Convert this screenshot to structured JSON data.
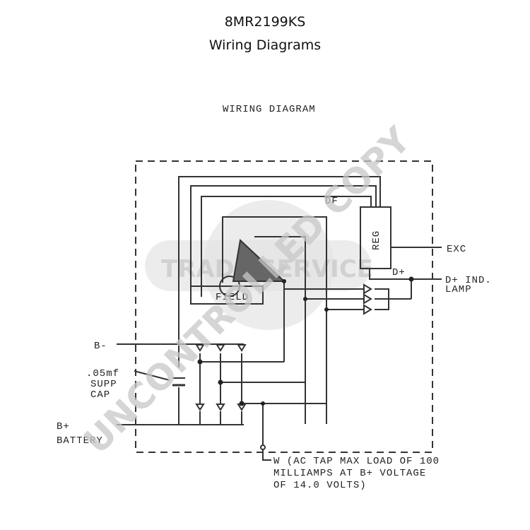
{
  "header": {
    "part_number": "8MR2199KS",
    "subtitle": "Wiring Diagrams"
  },
  "diagram": {
    "title": "WIRING DIAGRAM",
    "labels": {
      "df": "DF",
      "reg": "REG",
      "exc": "EXC",
      "d_plus": "D+",
      "d_plus_lamp_1": "D+ IND.",
      "d_plus_lamp_2": "LAMP",
      "field": "FIELD",
      "b_minus": "B-",
      "cap_1": ".05mf",
      "cap_2": "SUPP",
      "cap_3": "CAP",
      "b_plus_1": "B+",
      "b_plus_2": "BATTERY",
      "w_note_1": "W (AC TAP MAX LOAD OF 100",
      "w_note_2": "MILLIAMPS AT B+ VOLTAGE",
      "w_note_3": "OF 14.0 VOLTS)"
    }
  },
  "watermarks": {
    "main": "UNCONTROLLED COPY",
    "logo": "TRADE SERVICE"
  }
}
